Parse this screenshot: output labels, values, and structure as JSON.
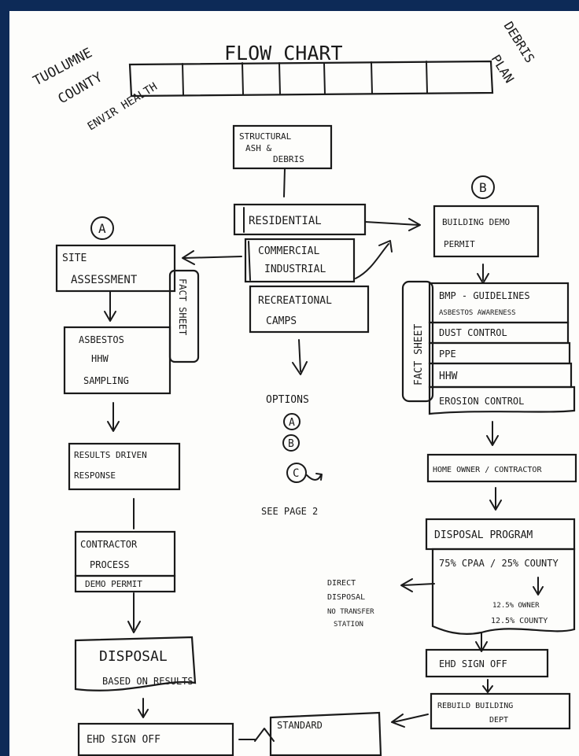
{
  "header": {
    "title": "FLOW CHART",
    "left_label_1": "TUOLUMNE",
    "left_label_2": "COUNTY",
    "left_label_3": "ENVIR HEALTH",
    "right_label_1": "DEBRIS",
    "right_label_2": "PLAN"
  },
  "top": {
    "structural_1": "STRUCTURAL",
    "structural_2": "ASH &",
    "structural_3": "DEBRIS",
    "residential": "RESIDENTIAL",
    "commercial_1": "COMMERCIAL",
    "commercial_2": "INDUSTRIAL",
    "recreational_1": "RECREATIONAL",
    "recreational_2": "CAMPS"
  },
  "options": {
    "label": "OPTIONS",
    "a": "A",
    "b": "B",
    "c": "C",
    "see_page": "SEE PAGE 2"
  },
  "branch_a": {
    "marker": "A",
    "site_1": "SITE",
    "site_2": "ASSESSMENT",
    "fact_sheet": "FACT SHEET",
    "asb_1": "ASBESTOS",
    "asb_2": "HHW",
    "asb_3": "SAMPLING",
    "results_1": "RESULTS DRIVEN",
    "results_2": "RESPONSE",
    "contractor_1": "CONTRACTOR",
    "contractor_2": "PROCESS",
    "demo_permit": "DEMO PERMIT",
    "disposal_1": "DISPOSAL",
    "disposal_2": "BASED ON RESULTS",
    "ehd_sign_off": "EHD SIGN OFF",
    "standard": "STANDARD"
  },
  "branch_b": {
    "marker": "B",
    "permit_1": "BUILDING DEMO",
    "permit_2": "PERMIT",
    "fact_sheet": "FACT SHEET",
    "bmp_1": "BMP - GUIDELINES",
    "bmp_2": "ASBESTOS AWARENESS",
    "dust": "DUST CONTROL",
    "ppe": "PPE",
    "hhw": "HHW",
    "erosion": "EROSION CONTROL",
    "homeowner": "HOME OWNER / CONTRACTOR",
    "disposal_program": "DISPOSAL PROGRAM",
    "split": "75% CPAA / 25% COUNTY",
    "owner_share": "12.5% OWNER",
    "county_share": "12.5% COUNTY",
    "direct_1": "DIRECT",
    "direct_2": "DISPOSAL",
    "direct_3": "NO TRANSFER",
    "direct_4": "STATION",
    "ehd_sign_off": "EHD SIGN OFF",
    "rebuild_1": "REBUILD BUILDING",
    "rebuild_2": "DEPT"
  }
}
